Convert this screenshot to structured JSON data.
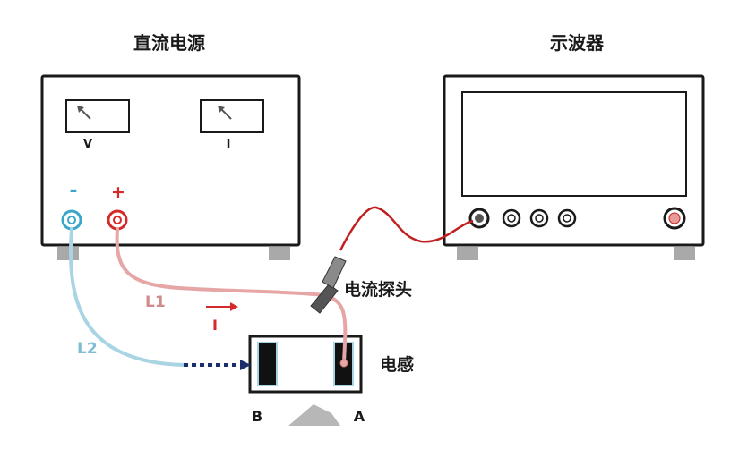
{
  "power_supply": {
    "title": "直流电源",
    "meter_v_label": "V",
    "meter_i_label": "I",
    "minus_label": "-",
    "plus_label": "+"
  },
  "oscilloscope": {
    "title": "示波器"
  },
  "probe": {
    "label": "电流探头"
  },
  "inductor": {
    "label": "电感",
    "terminal_b": "B",
    "terminal_a": "A"
  },
  "wires": {
    "l1_label": "L1",
    "l2_label": "L2",
    "current_label": "I"
  },
  "colors": {
    "outline": "#1a1a1a",
    "red_wire": "#e6a6a6",
    "cyan_wire": "#a8d4e4",
    "probe_cable": "#c02020",
    "arrow_navy": "#1a2f6b",
    "foot_gray": "#a9a9a9"
  }
}
